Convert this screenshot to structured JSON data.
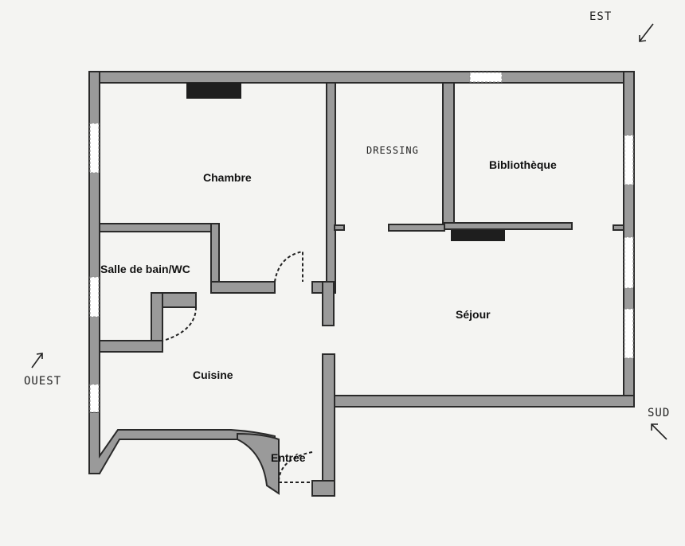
{
  "rooms": {
    "chambre": "Chambre",
    "dressing": "DRESSING",
    "bibliotheque": "Bibliothèque",
    "salle_de_bain": "Salle de bain/WC",
    "sejour": "Séjour",
    "cuisine": "Cuisine",
    "entree": "Entrée"
  },
  "orientation": {
    "est": "EST",
    "ouest": "OUEST",
    "sud": "SUD"
  },
  "colors": {
    "wall": "#9a9a9a",
    "wall_outline": "#2a2a2a",
    "fireplace": "#1e1e1e",
    "paper": "#f4f4f2"
  }
}
